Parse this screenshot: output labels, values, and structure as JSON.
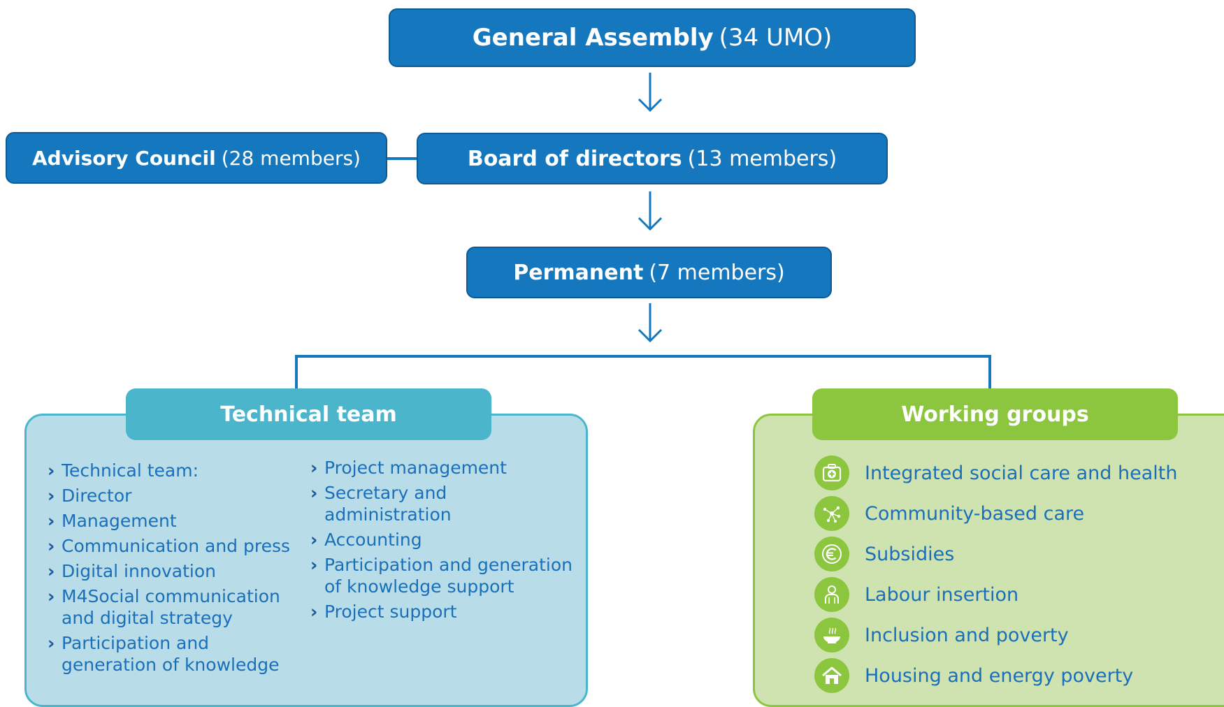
{
  "general_assembly": {
    "title": "General Assembly",
    "detail": "(34 UMO)"
  },
  "advisory_council": {
    "title": "Advisory Council",
    "detail": "(28 members)"
  },
  "board": {
    "title": "Board of directors",
    "detail": "(13 members)"
  },
  "permanent": {
    "title": "Permanent",
    "detail": "(7 members)"
  },
  "technical_team": {
    "heading": "Technical team",
    "col1": [
      "Technical team:",
      "Director",
      "Management",
      "Communication and press",
      "Digital innovation",
      "M4Social communication and digital strategy",
      "Participation and generation of knowledge"
    ],
    "col2": [
      "Project management",
      "Secretary and administration",
      "Accounting",
      "Participation and generation of knowledge support",
      "Project support"
    ]
  },
  "working_groups": {
    "heading": "Working groups",
    "items": [
      {
        "label": "Integrated social care and health",
        "icon": "medical-kit-icon"
      },
      {
        "label": "Community-based care",
        "icon": "network-icon"
      },
      {
        "label": "Subsidies",
        "icon": "euro-icon"
      },
      {
        "label": "Labour insertion",
        "icon": "person-icon"
      },
      {
        "label": "Inclusion and poverty",
        "icon": "bowl-icon"
      },
      {
        "label": "Housing and energy poverty",
        "icon": "house-icon"
      }
    ]
  },
  "colors": {
    "primary_blue": "#1577bd",
    "teal": "#4bb6cb",
    "teal_light": "#b8dde8",
    "green": "#8cc63f",
    "green_light": "#cfe3b0"
  }
}
